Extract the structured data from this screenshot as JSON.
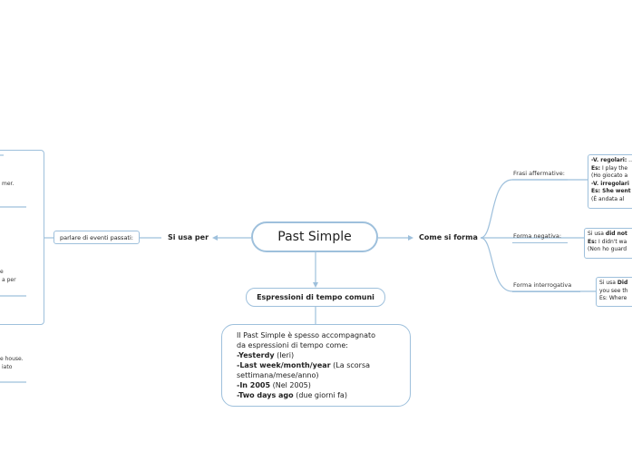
{
  "central": {
    "title": "Past Simple"
  },
  "branches": {
    "si_usa_per": "Si usa per",
    "come_si_forma": "Come si forma",
    "espressioni": "Espressioni di tempo comuni"
  },
  "left": {
    "parlare": "parlare di eventi passati:",
    "fragments": [
      "mer.",
      "e",
      "a per",
      "e house.",
      "iato"
    ]
  },
  "info": {
    "lines": [
      "Il Past Simple è spesso accompagnato",
      "da espressioni di tempo come:",
      [
        "-Yesterdy",
        " (Ieri)"
      ],
      [
        "-Last week/month/year",
        " (La scorsa"
      ],
      "settimana/mese/anno)",
      [
        "-In 2005",
        " (Nel 2005)"
      ],
      [
        "-Two days ago",
        " (due giorni fa)"
      ]
    ]
  },
  "right": {
    "affermative": {
      "label": "Frasi affermative:",
      "lines": [
        [
          "-V. regolari:",
          " ..."
        ],
        [
          "Es:",
          " I play the"
        ],
        "(Ho giocato a",
        [
          "-V. irregolari",
          ""
        ],
        [
          "Es:",
          " She went"
        ],
        "(È andata al"
      ]
    },
    "negativa": {
      "label": "Forma negativa:",
      "lines": [
        [
          "Si usa ",
          "did not"
        ],
        [
          "Es:",
          " I didn't wa"
        ],
        "(Non ho guard"
      ]
    },
    "interrogativa": {
      "label": "Forma interrogativa",
      "lines": [
        [
          "Si usa ",
          "Did"
        ],
        "you see th",
        "Es: Where"
      ]
    }
  }
}
